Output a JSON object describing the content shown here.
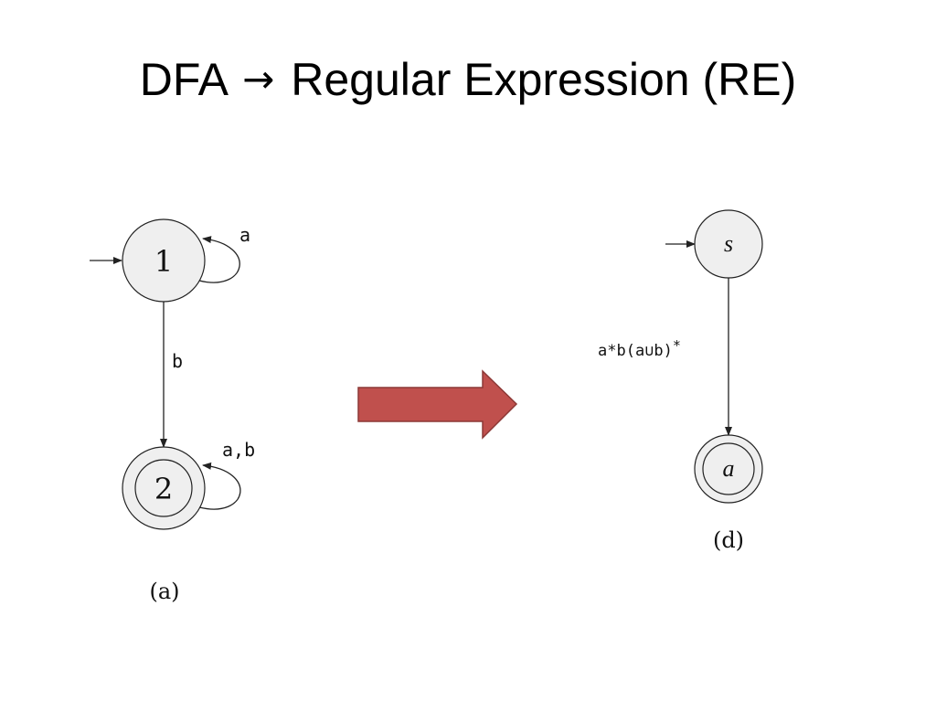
{
  "title": {
    "left": "DFA",
    "arrow": "→",
    "right": "Regular Expression (RE)"
  },
  "diagram_a": {
    "state_1": "1",
    "state_2": "2",
    "loop_1_label": "a",
    "edge_1_2_label": "b",
    "loop_2_label": "a,b",
    "caption": "(a)"
  },
  "diagram_d": {
    "state_start": "s",
    "state_accept": "a",
    "edge_label_main": "a*b(a∪b)",
    "edge_label_star": "*",
    "caption": "(d)"
  },
  "colors": {
    "big_arrow_fill": "#c0504d",
    "big_arrow_stroke": "#8c3836",
    "state_fill": "#efefef"
  },
  "icons": {
    "big_arrow": "right-arrow-icon"
  }
}
